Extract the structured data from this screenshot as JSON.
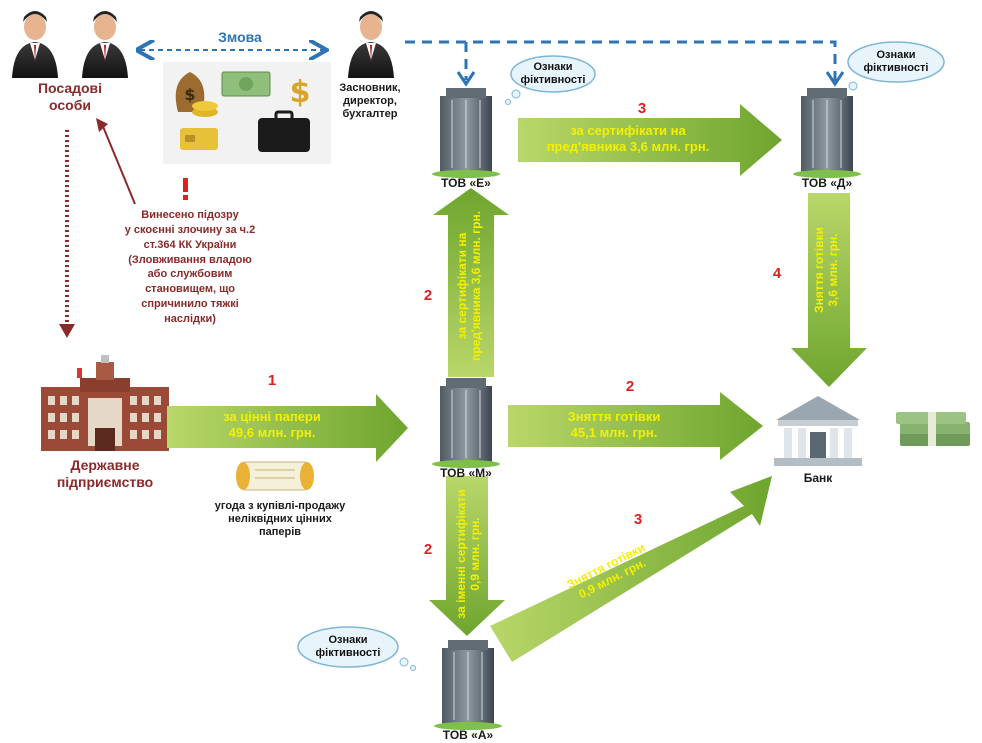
{
  "officials": {
    "label_line1": "Посадові",
    "label_line2": "особи"
  },
  "collusion": {
    "label": "Змова"
  },
  "founder": {
    "line1": "Засновник,",
    "line2": "директор,",
    "line3": "бухгалтер"
  },
  "suspicion": {
    "mark": "!",
    "lines": [
      "Винесено підозру",
      "у скоєнні злочину за ч.2",
      "ст.364 КК України",
      "(Зловживання владою",
      "або службовим",
      "становищем, що",
      "спричинило тяжкі",
      "наслідки)"
    ]
  },
  "state_enterprise": {
    "line1": "Державне",
    "line2": "підприємство"
  },
  "contract": {
    "line1": "угода з купівлі-продажу",
    "line2": "неліквідних цінних",
    "line3": "паперів"
  },
  "companies": {
    "e": "ТОВ «Е»",
    "d": "ТОВ «Д»",
    "m": "ТОВ «М»",
    "a": "ТОВ «А»"
  },
  "bank": {
    "label": "Банк"
  },
  "signs": {
    "e": {
      "line1": "Ознаки",
      "line2": "фіктивності"
    },
    "d": {
      "line1": "Ознаки",
      "line2": "фіктивності"
    },
    "a": {
      "line1": "Ознаки",
      "line2": "фіктивності"
    }
  },
  "flows": {
    "step1": {
      "num": "1",
      "line1": "за цінні папери",
      "line2": "49,6 млн. грн."
    },
    "m_to_e": {
      "num": "2",
      "line1": "за сертифікати на",
      "line2": "пред'явника 3,6 млн. грн."
    },
    "e_to_d": {
      "num": "3",
      "line1": "за сертифікати на",
      "line2": "пред'явника 3,6 млн. грн."
    },
    "d_to_bank": {
      "num": "4",
      "line1": "Зняття готівки",
      "line2": "3,6 млн. грн."
    },
    "m_to_bank": {
      "num": "2",
      "line1": "Зняття готівки",
      "line2": "45,1 млн. грн."
    },
    "m_to_a": {
      "num": "2",
      "line1": "за іменні сертифікати",
      "line2": "0,9 млн. грн."
    },
    "a_to_bank": {
      "num": "3",
      "line1": "Зняття готівки",
      "line2": "0,9 млн. грн."
    }
  },
  "colors": {
    "arrow_green": "#8cbf3f",
    "label_yellow": "#f4f000",
    "collusion_blue": "#2e74b5",
    "maroon": "#8a2a2a",
    "step_red": "#e02020"
  }
}
